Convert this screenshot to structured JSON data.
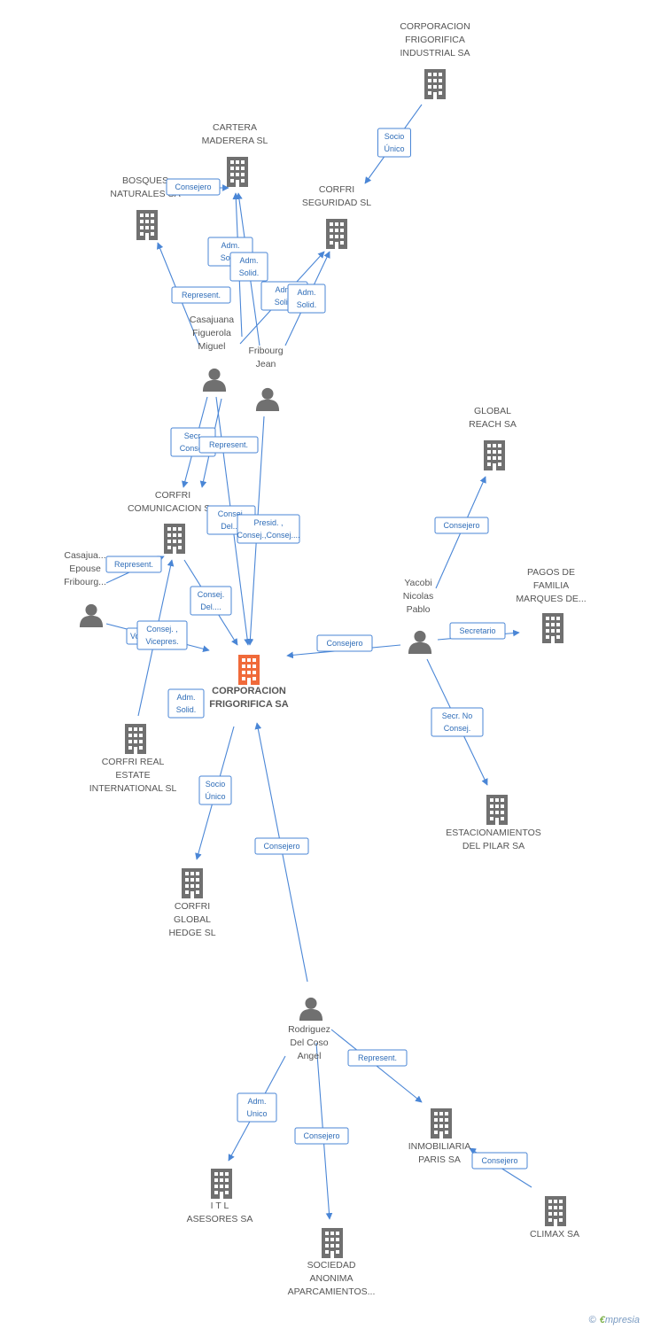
{
  "colors": {
    "edge": "#4a86d6",
    "building": "#707070",
    "person": "#707070",
    "main_building": "#f06a3a"
  },
  "nodes": [
    {
      "id": "cfi",
      "type": "company",
      "lines": [
        "CORPORACION",
        "FRIGORIFICA",
        "INDUSTRIAL SA"
      ]
    },
    {
      "id": "cartera",
      "type": "company",
      "lines": [
        "CARTERA",
        "MADERERA SL"
      ]
    },
    {
      "id": "bosques",
      "type": "company",
      "lines": [
        "BOSQUES",
        "NATURALES SA"
      ]
    },
    {
      "id": "seguridad",
      "type": "company",
      "lines": [
        "CORFRI",
        "SEGURIDAD SL"
      ]
    },
    {
      "id": "casajuana",
      "type": "person",
      "lines": [
        "Casajuana",
        "Figuerola",
        "Miguel"
      ]
    },
    {
      "id": "fribourg",
      "type": "person",
      "lines": [
        "Fribourg",
        "Jean"
      ]
    },
    {
      "id": "comunicacion",
      "type": "company",
      "lines": [
        "CORFRI",
        "COMUNICACION S..."
      ]
    },
    {
      "id": "epouse",
      "type": "person",
      "lines": [
        "Casajua...",
        "Epouse",
        "Fribourg..."
      ]
    },
    {
      "id": "main",
      "type": "main",
      "lines": [
        "CORPORACION",
        "FRIGORIFICA SA"
      ]
    },
    {
      "id": "realestate",
      "type": "company",
      "lines": [
        "CORFRI REAL",
        "ESTATE",
        "INTERNATIONAL SL"
      ]
    },
    {
      "id": "hedge",
      "type": "company",
      "lines": [
        "CORFRI",
        "GLOBAL",
        "HEDGE SL"
      ]
    },
    {
      "id": "global",
      "type": "company",
      "lines": [
        "GLOBAL",
        "REACH SA"
      ]
    },
    {
      "id": "yacobi",
      "type": "person",
      "lines": [
        "Yacobi",
        "Nicolas",
        "Pablo"
      ]
    },
    {
      "id": "pagos",
      "type": "company",
      "lines": [
        "PAGOS DE",
        "FAMILIA",
        "MARQUES DE..."
      ]
    },
    {
      "id": "estacionamientos",
      "type": "company",
      "lines": [
        "ESTACIONAMIENTOS",
        "DEL PILAR SA"
      ]
    },
    {
      "id": "rodriguez",
      "type": "person",
      "lines": [
        "Rodriguez",
        "Del Coso",
        "Angel"
      ]
    },
    {
      "id": "itl",
      "type": "company",
      "lines": [
        "I T L",
        "ASESORES SA"
      ]
    },
    {
      "id": "sociedad",
      "type": "company",
      "lines": [
        "SOCIEDAD",
        "ANONIMA",
        "APARCAMIENTOS..."
      ]
    },
    {
      "id": "inmobiliaria",
      "type": "company",
      "lines": [
        "INMOBILIARIA",
        "PARIS SA"
      ]
    },
    {
      "id": "climax",
      "type": "company",
      "lines": [
        "CLIMAX SA"
      ]
    }
  ],
  "edges": [
    {
      "from": "cfi",
      "to": "seguridad",
      "lines": [
        "Socio",
        "Único"
      ]
    },
    {
      "from": "casajuana",
      "to": "cartera",
      "lines": [
        "Adm.",
        "Solid."
      ]
    },
    {
      "from": "fribourg",
      "to": "cartera",
      "lines": [
        "Adm.",
        "Solid."
      ]
    },
    {
      "from": "casajuana",
      "to": "seguridad",
      "lines": [
        "Adm.",
        "Solid."
      ]
    },
    {
      "from": "fribourg",
      "to": "seguridad",
      "lines": [
        "Adm.",
        "Solid."
      ]
    },
    {
      "from": "casajuana",
      "to": "bosques",
      "lines": [
        "Represent."
      ]
    },
    {
      "from": "bosques",
      "to": "cartera",
      "lines": [
        "Consejero"
      ]
    },
    {
      "from": "casajuana",
      "to": "comunicacion",
      "lines": [
        "Secr.",
        "Consej."
      ]
    },
    {
      "from": "fribourg",
      "to": "comunicacion",
      "lines": [
        "Represent."
      ]
    },
    {
      "from": "casajuana",
      "to": "main",
      "lines": [
        "Consej.",
        "Del...."
      ]
    },
    {
      "from": "fribourg",
      "to": "main",
      "lines": [
        "Presid. ,",
        "Consej.,Consej...."
      ]
    },
    {
      "from": "epouse",
      "to": "comunicacion",
      "lines": [
        "Represent."
      ]
    },
    {
      "from": "epouse",
      "to": "main",
      "lines": [
        "Vocal"
      ]
    },
    {
      "from": "realestate",
      "to": "comunicacion",
      "lines": [
        "Consej. ,",
        "Vicepres."
      ]
    },
    {
      "from": "comunicacion",
      "to": "main",
      "lines": [
        "Consej.",
        "Del...."
      ]
    },
    {
      "from": "main",
      "to": "main",
      "lines": [
        "Adm.",
        "Solid."
      ]
    },
    {
      "from": "main",
      "to": "hedge",
      "lines": [
        "Socio",
        "Único"
      ]
    },
    {
      "from": "yacobi",
      "to": "global",
      "lines": [
        "Consejero"
      ]
    },
    {
      "from": "yacobi",
      "to": "pagos",
      "lines": [
        "Secretario"
      ]
    },
    {
      "from": "yacobi",
      "to": "main",
      "lines": [
        "Consejero"
      ]
    },
    {
      "from": "yacobi",
      "to": "estacionamientos",
      "lines": [
        "Secr.  No",
        "Consej."
      ]
    },
    {
      "from": "rodriguez",
      "to": "main",
      "lines": [
        "Consejero"
      ]
    },
    {
      "from": "rodriguez",
      "to": "inmobiliaria",
      "lines": [
        "Represent."
      ]
    },
    {
      "from": "rodriguez",
      "to": "itl",
      "lines": [
        "Adm.",
        "Unico"
      ]
    },
    {
      "from": "rodriguez",
      "to": "sociedad",
      "lines": [
        "Consejero"
      ]
    },
    {
      "from": "climax",
      "to": "inmobiliaria",
      "lines": [
        "Consejero"
      ]
    }
  ],
  "footer": {
    "copyright": "©",
    "brand_initial": "€",
    "brand_rest": "mpresia"
  }
}
